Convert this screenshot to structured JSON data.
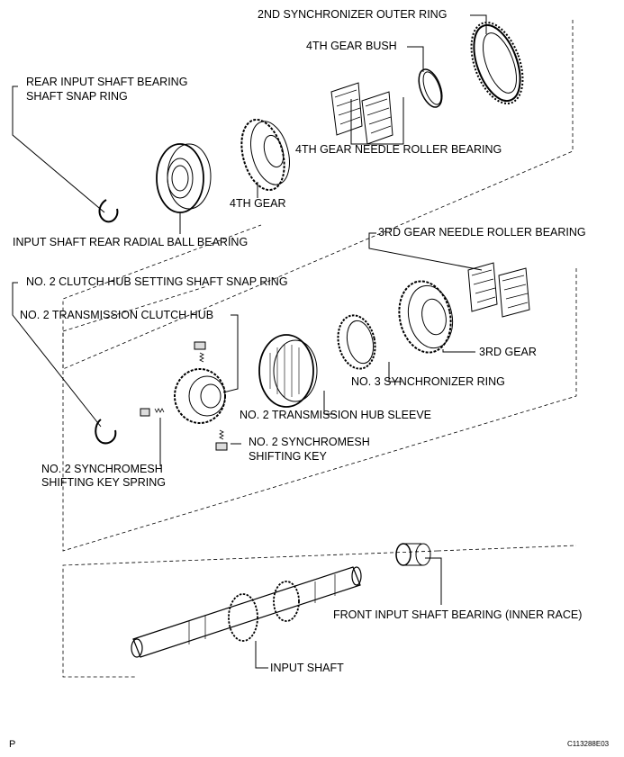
{
  "labels": {
    "sync_outer_ring": "2ND SYNCHRONIZER OUTER RING",
    "gear4_bush": "4TH GEAR BUSH",
    "rear_snap_1": "REAR INPUT SHAFT BEARING",
    "rear_snap_2": "SHAFT SNAP RING",
    "gear4_needle": "4TH GEAR NEEDLE ROLLER BEARING",
    "gear4": "4TH GEAR",
    "rear_ball": "INPUT SHAFT REAR RADIAL BALL BEARING",
    "gear3_needle": "3RD GEAR NEEDLE ROLLER BEARING",
    "hub_snap": "NO. 2 CLUTCH HUB SETTING SHAFT SNAP RING",
    "clutch_hub": "NO. 2 TRANSMISSION CLUTCH HUB",
    "gear3": "3RD GEAR",
    "sync_ring3": "NO. 3 SYNCHRONIZER RING",
    "hub_sleeve": "NO. 2 TRANSMISSION HUB SLEEVE",
    "shift_key_1": "NO. 2 SYNCHROMESH",
    "shift_key_2": "SHIFTING KEY",
    "key_spring_1": "NO. 2 SYNCHROMESH",
    "key_spring_2": "SHIFTING KEY SPRING",
    "front_race": "FRONT INPUT SHAFT BEARING (INNER RACE)",
    "input_shaft": "INPUT SHAFT"
  },
  "footer": {
    "page_marker": "P",
    "figure_id": "C113288E03"
  }
}
